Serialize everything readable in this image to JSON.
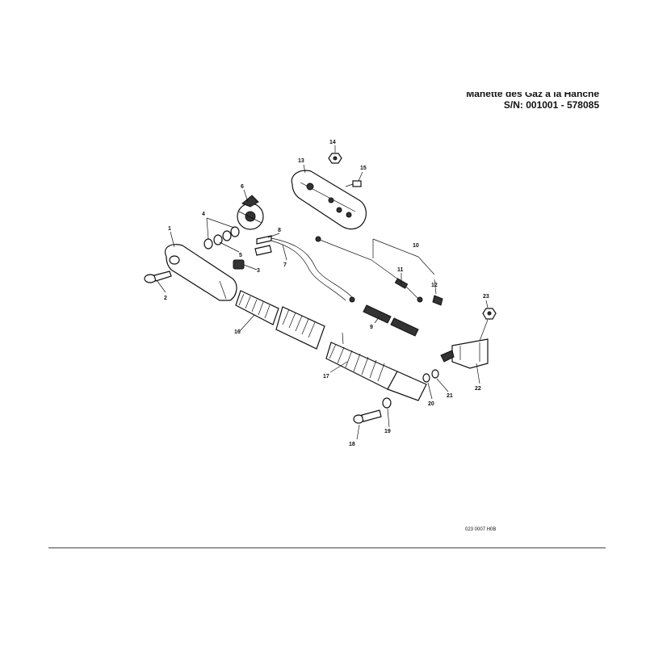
{
  "header": {
    "title": "Manette des Gaz à la Hanche",
    "serial": "S/N: 001001 - 578085"
  },
  "drawing_code": "023 0007 H0B",
  "callouts": [
    "1",
    "2",
    "3",
    "4",
    "5",
    "6",
    "7",
    "8",
    "9",
    "10",
    "11",
    "12",
    "13",
    "14",
    "15",
    "16",
    "17",
    "18",
    "19",
    "20",
    "21",
    "22",
    "23"
  ]
}
